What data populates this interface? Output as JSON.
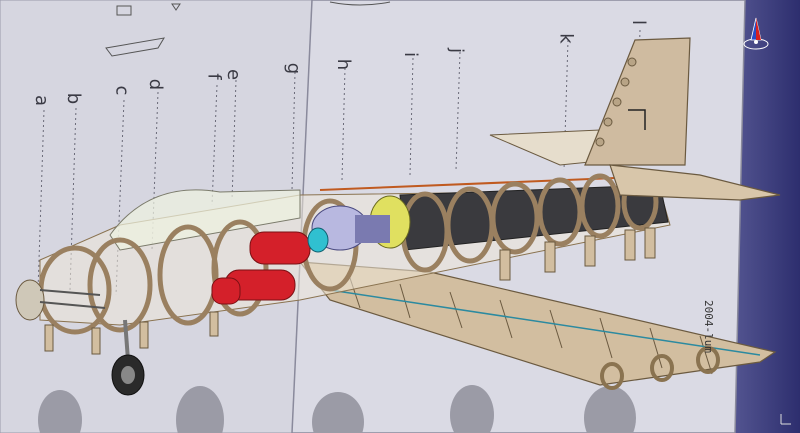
{
  "viewer": {
    "background_light": "#d3d3de",
    "background_dark": "#2d2e6e",
    "compass_icon": "compass-icon"
  },
  "stations": [
    "a",
    "b",
    "c",
    "d",
    "f",
    "e",
    "g",
    "h",
    "i",
    "j",
    "k",
    "l"
  ],
  "drawing_note": "2004-lum"
}
